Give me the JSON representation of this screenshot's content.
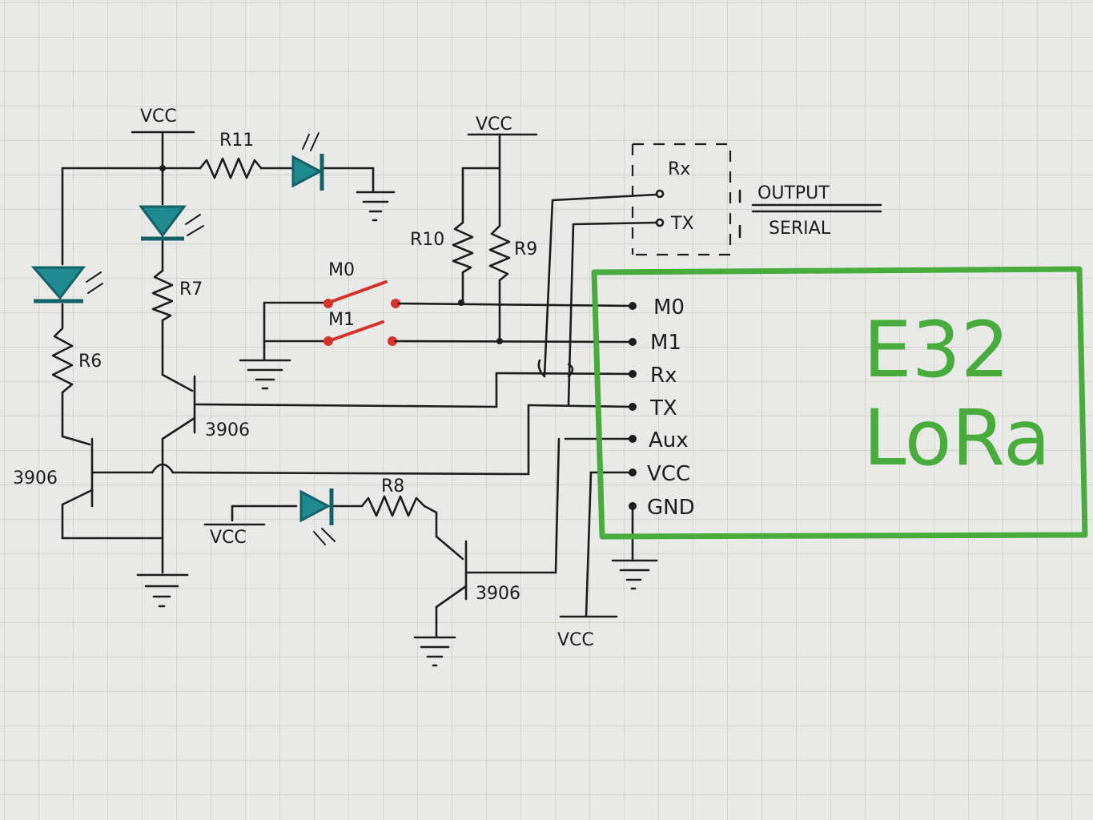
{
  "labels": {
    "vcc_top_left": "VCC",
    "vcc_top_mid": "VCC",
    "vcc_bottom_left": "VCC",
    "vcc_bottom_mid": "VCC",
    "r11": "R11",
    "r7": "R7",
    "r6": "R6",
    "r8": "R8",
    "r9": "R9",
    "r10": "R10",
    "m0_switch": "M0",
    "m1_switch": "M1",
    "transistor_left": "3906",
    "transistor_mid": "3906",
    "transistor_bottom": "3906",
    "serial_rx": "Rx",
    "serial_tx": "TX",
    "output": "OUTPUT",
    "serial": "SERIAL"
  },
  "module": {
    "line1": "E32",
    "line2": "LoRa",
    "pins": [
      "M0",
      "M1",
      "Rx",
      "TX",
      "Aux",
      "VCC",
      "GND"
    ]
  },
  "colors": {
    "ink": "#1c1c1c",
    "led": "#1f8a8f",
    "switch": "#d6322a",
    "module": "#47ac3c",
    "paper": "#e9eae8",
    "grid": "#c9cbc8"
  }
}
